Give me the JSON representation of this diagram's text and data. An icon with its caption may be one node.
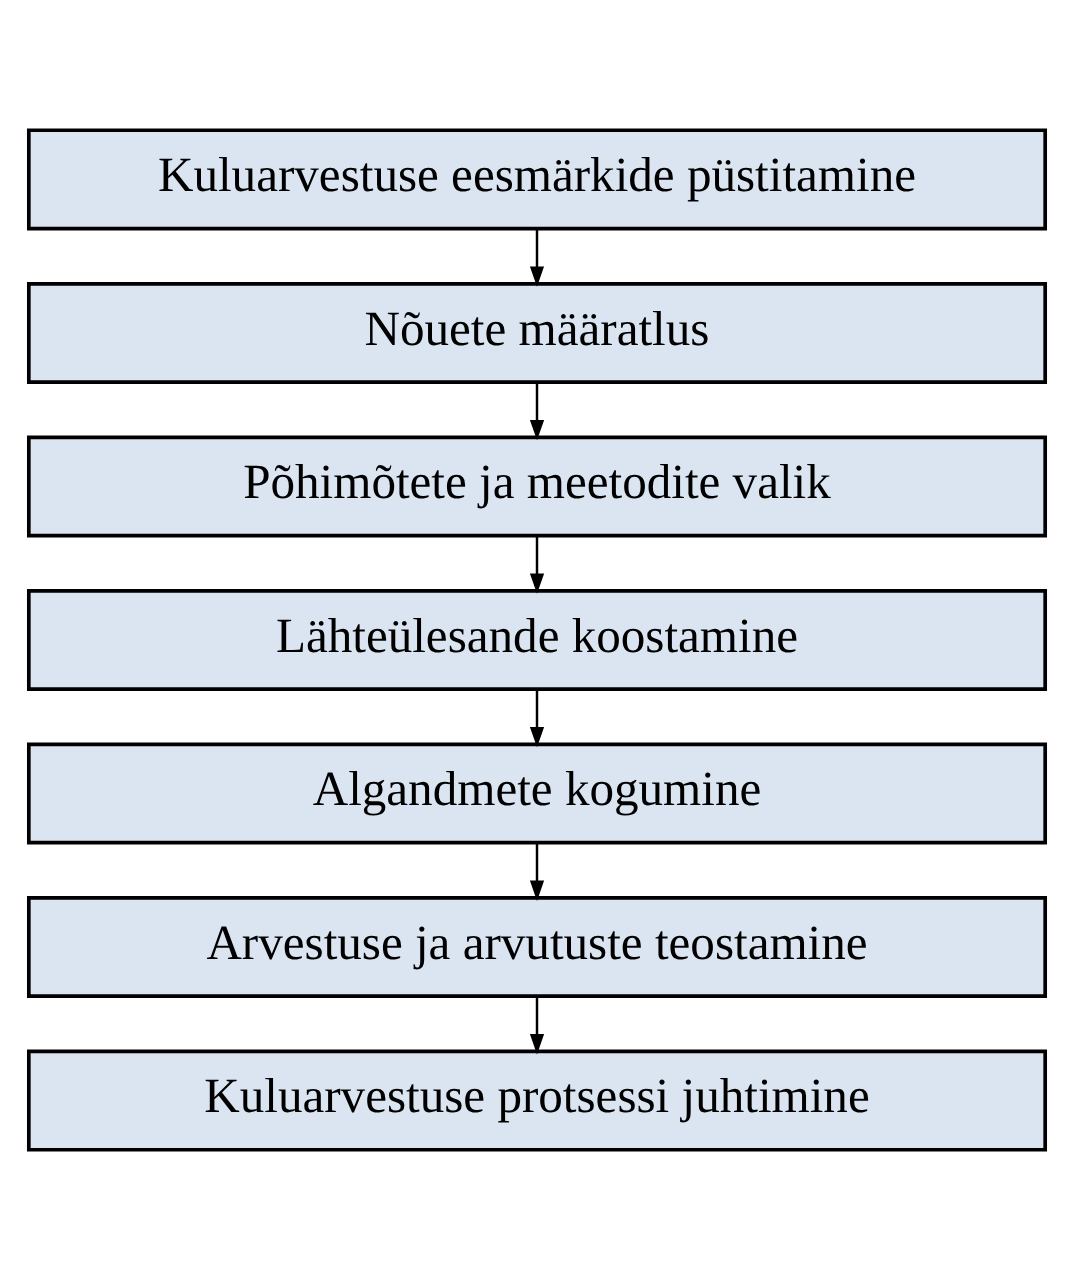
{
  "diagram": {
    "nodes": [
      {
        "text": [
          "Kuluarvestuse eesmärkide püstitamine"
        ]
      },
      {
        "text": [
          "Nõuete määratlus"
        ]
      },
      {
        "text": [
          "Põhimõtete ja meetodite valik"
        ]
      },
      {
        "text": [
          "Lähteülesande koostamine"
        ]
      },
      {
        "text": [
          "Algandmete kogumine"
        ]
      },
      {
        "text": [
          "Arvestuse ja arvutuste teostamine"
        ]
      },
      {
        "text": [
          "Kuluarvestuse protsessi juhtimine"
        ]
      }
    ],
    "edges": [
      {
        "from": 0,
        "to": 1,
        "arrow": "to"
      },
      {
        "from": 1,
        "to": 2,
        "arrow": "to"
      },
      {
        "from": 2,
        "to": 3,
        "arrow": "to"
      },
      {
        "from": 3,
        "to": 4,
        "arrow": "to"
      },
      {
        "from": 4,
        "to": 5,
        "arrow": "to"
      },
      {
        "from": 5,
        "to": 6,
        "arrow": "to"
      }
    ]
  }
}
